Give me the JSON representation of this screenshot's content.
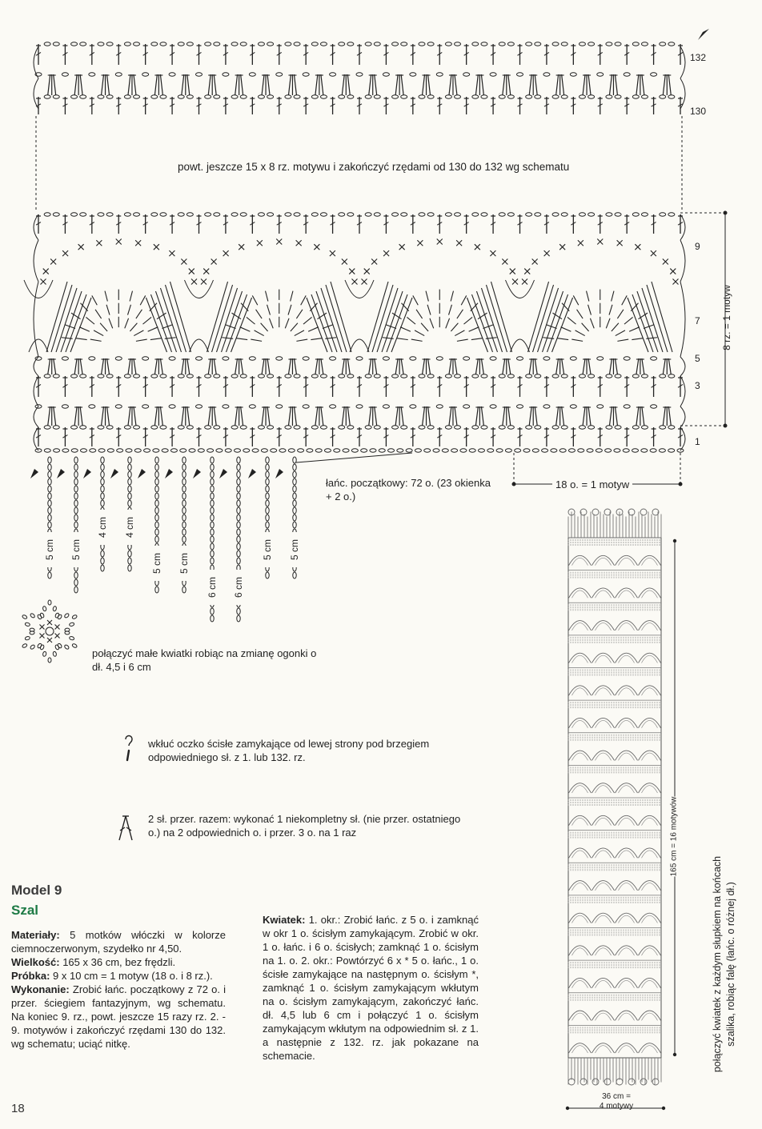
{
  "chart_labels": {
    "row_132": "132",
    "row_130": "130",
    "row_9": "9",
    "row_7": "7",
    "row_5": "5",
    "row_3": "3",
    "row_1": "1",
    "repeat_note": "powt. jeszcze 15 x 8 rz. motywu i zakończyć rzędami od 130 do 132 wg schematu",
    "motif_height": "8 rz. = 1 motyw",
    "motif_width": "18 o. = 1 motyw",
    "foundation_chain": "łańc. początkowy: 72 o. (23 okienka + 2 o.)",
    "fringe_lengths": [
      "5 cm",
      "5 cm",
      "4 cm",
      "4 cm",
      "5 cm",
      "5 cm",
      "6 cm",
      "6 cm",
      "5 cm",
      "5 cm"
    ],
    "flower_note": "połączyć małe kwiatki robiąc na zmianę ogonki o dł. 4,5 i 6 cm"
  },
  "legend": {
    "slip_stitch": "wkłuć oczko ścisłe zamykające od lewej strony pod brzegiem odpowiedniego sł. z 1. lub 132. rz.",
    "dec_stitch": "2 sł. przer. razem: wykonać 1 niekompletny sł. (nie przer. ostatniego o.) na 2 odpowiednich o. i przer. 3 o. na 1 raz"
  },
  "model": {
    "title": "Model 9",
    "subtitle": "Szal",
    "materials_label": "Materiały:",
    "materials": "5 motków włóczki w kolorze ciemnoczerwonym, szydełko nr 4,50.",
    "size_label": "Wielkość:",
    "size": "165 x 36 cm, bez frędzli.",
    "gauge_label": "Próbka:",
    "gauge": "9 x 10 cm = 1 motyw (18 o. i 8 rz.).",
    "execution_label": "Wykonanie:",
    "execution": "Zrobić łańc. początkowy z 72 o. i przer. ściegiem fantazyjnym, wg schematu. Na koniec 9. rz., powt. jeszcze 15 razy rz. 2. - 9. motywów i zakończyć rzędami 130 do 132. wg schematu; uciąć nitkę.",
    "flower_label": "Kwiatek:",
    "flower": "1. okr.: Zrobić łańc. z 5 o. i zamknąć w okr 1 o. ścisłym zamykającym. Zrobić w okr. 1 o. łańc. i 6 o. ścisłych; zamknąć 1 o. ścisłym na 1. o. 2. okr.: Powtórzyć 6 x * 5 o. łańc., 1 o. ścisłe zamykające na następnym o. ścisłym *, zamknąć 1 o. ścisłym zamykającym wkłutym na o. ścisłym zamykającym, zakończyć łańc. dł. 4,5 lub 6 cm i połączyć 1 o. ścisłym zamykającym wkłutym na odpowiednim sł. z 1. a następnie z 132. rz. jak pokazane na schemacie."
  },
  "scarf_schema": {
    "length": "165 cm = 16 motywów",
    "width_line1": "36 cm =",
    "width_line2": "4 motywy",
    "side_note_line1": "połączyć kwiatek z każdym słupkiem na końcach",
    "side_note_line2": "szalika, robiąc falę (łańc. o różnej dł.)"
  },
  "page_number": "18"
}
